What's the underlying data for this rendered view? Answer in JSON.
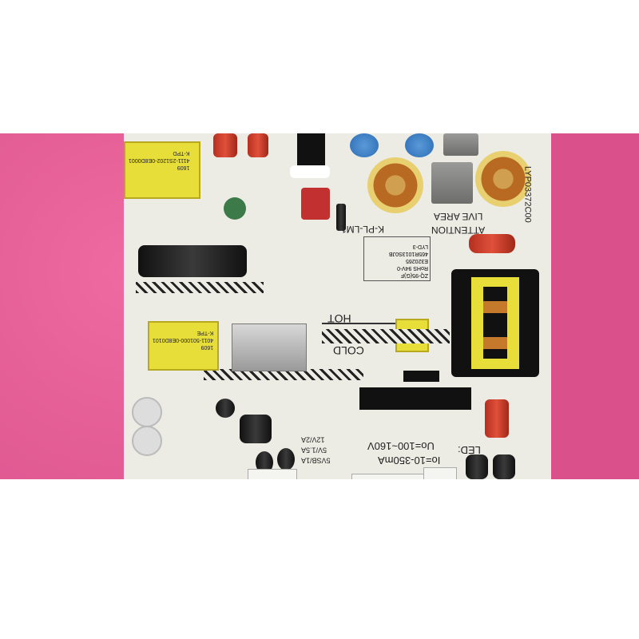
{
  "board": {
    "model": "LYP03372C00",
    "attention": "ATTENTION",
    "live_area": "LIVE AREA",
    "part": "K-PL-LM1",
    "cert_lines": [
      "ZQ-95(G)F",
      "RoHS 94V-0",
      "E320265",
      "465R1013S0JB",
      "LYD-3"
    ],
    "hot": "HOT",
    "cold": "COLD",
    "led_label": "LED:",
    "led_current": "Io=10-350mA",
    "led_voltage": "Uo=100~160V",
    "outputs": [
      "5VSB/1A",
      "5V/1.5A",
      "12V/2A"
    ],
    "transformer1": [
      "K-TPD",
      "4111-2S1202-0E8D0001",
      "1609"
    ],
    "transformer2": [
      "K-TPE",
      "4011-501000-0E8D0101",
      "1609"
    ]
  },
  "colors": {
    "background": "#d9508a",
    "board": "#ecebe4",
    "transformer": "#e8de3a"
  }
}
